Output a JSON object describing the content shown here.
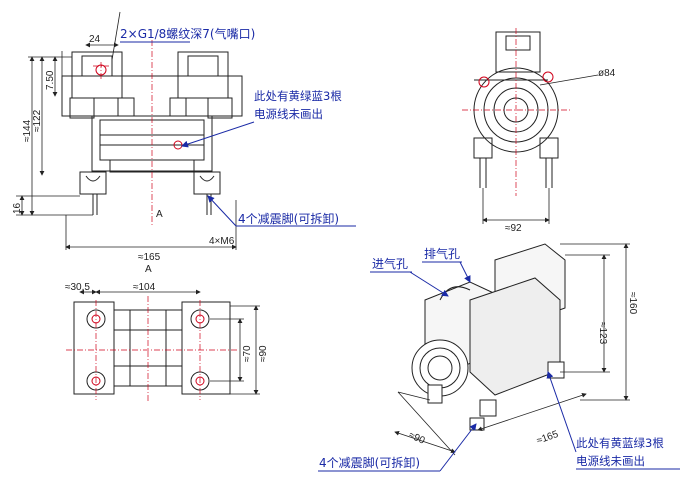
{
  "top_annotation": "2×G1/8螺纹深7(气嘴口)",
  "note_wires": [
    "此处有黄绿蓝3根",
    "电源线未画出"
  ],
  "note_wires_iso": [
    "此处有黄蓝绿3根",
    "电源线未画出"
  ],
  "feet_label": "4个减震脚(可拆卸)",
  "feet_label_iso": "4个减震脚(可拆卸)",
  "inlet_label": "进气孔",
  "outlet_label": "排气孔",
  "dims": {
    "d24": "24",
    "d7_50": "7.50",
    "d144": "≈144",
    "d122": "≈122",
    "d16": "16",
    "d165": "≈165",
    "m6": "4×M6",
    "sec_a": "A",
    "phi84": "ø84",
    "d92": "≈92",
    "d30_5": "≈30.5",
    "d104": "≈104",
    "d70": "≈70",
    "d90": "≈90",
    "iso_90": "≈90",
    "iso_165": "≈165",
    "iso_123": "≈123",
    "iso_160": "≈160"
  },
  "colors": {
    "annotation": "#1a2aa6",
    "line": "#222222",
    "center": "#d0021b"
  }
}
